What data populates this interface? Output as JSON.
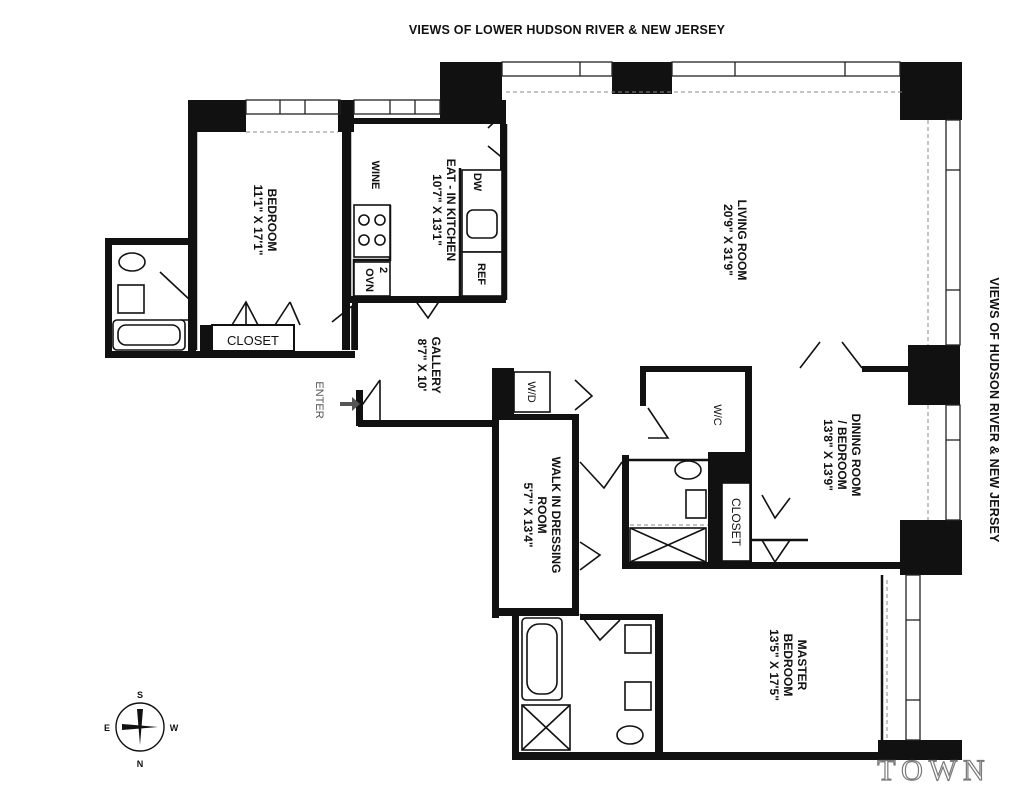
{
  "views": {
    "north": "VIEWS OF LOWER HUDSON RIVER & NEW JERSEY",
    "east": "VIEWS OF HUDSON RIVER & NEW JERSEY"
  },
  "rooms": {
    "bedroom": {
      "name": "BEDROOM",
      "dims": "11'1\" X 17'1\""
    },
    "closet": {
      "name": "CLOSET"
    },
    "kitchen": {
      "name": "EAT - IN KITCHEN",
      "dims": "10'7\" X 13'1\""
    },
    "kitchen_fixtures": {
      "dw": "DW",
      "ref": "REF",
      "wine": "WINE",
      "ovn_num": "2",
      "ovn": "OVN"
    },
    "living": {
      "name": "LIVING ROOM",
      "dims": "20'9\" X 31'9\""
    },
    "gallery": {
      "name": "GALLERY",
      "dims": "8'7\" X 10'"
    },
    "enter": "ENTER",
    "wd": "W/D",
    "wic": "W/C",
    "dressing": {
      "name1": "WALK IN DRESSING",
      "name2": "ROOM",
      "dims": "5'7\" X 13'4\""
    },
    "dining": {
      "name1": "DINING ROOM",
      "name2": "/ BEDROOM",
      "dims": "13'8\" X 13'9\""
    },
    "closet2": {
      "name": "CLOSET"
    },
    "master": {
      "name1": "MASTER",
      "name2": "BEDROOM",
      "dims": "13'5\" X 17'5\""
    }
  },
  "compass": {
    "n": "N",
    "e": "E",
    "s": "S",
    "w": "W"
  },
  "logo": "TOWN"
}
